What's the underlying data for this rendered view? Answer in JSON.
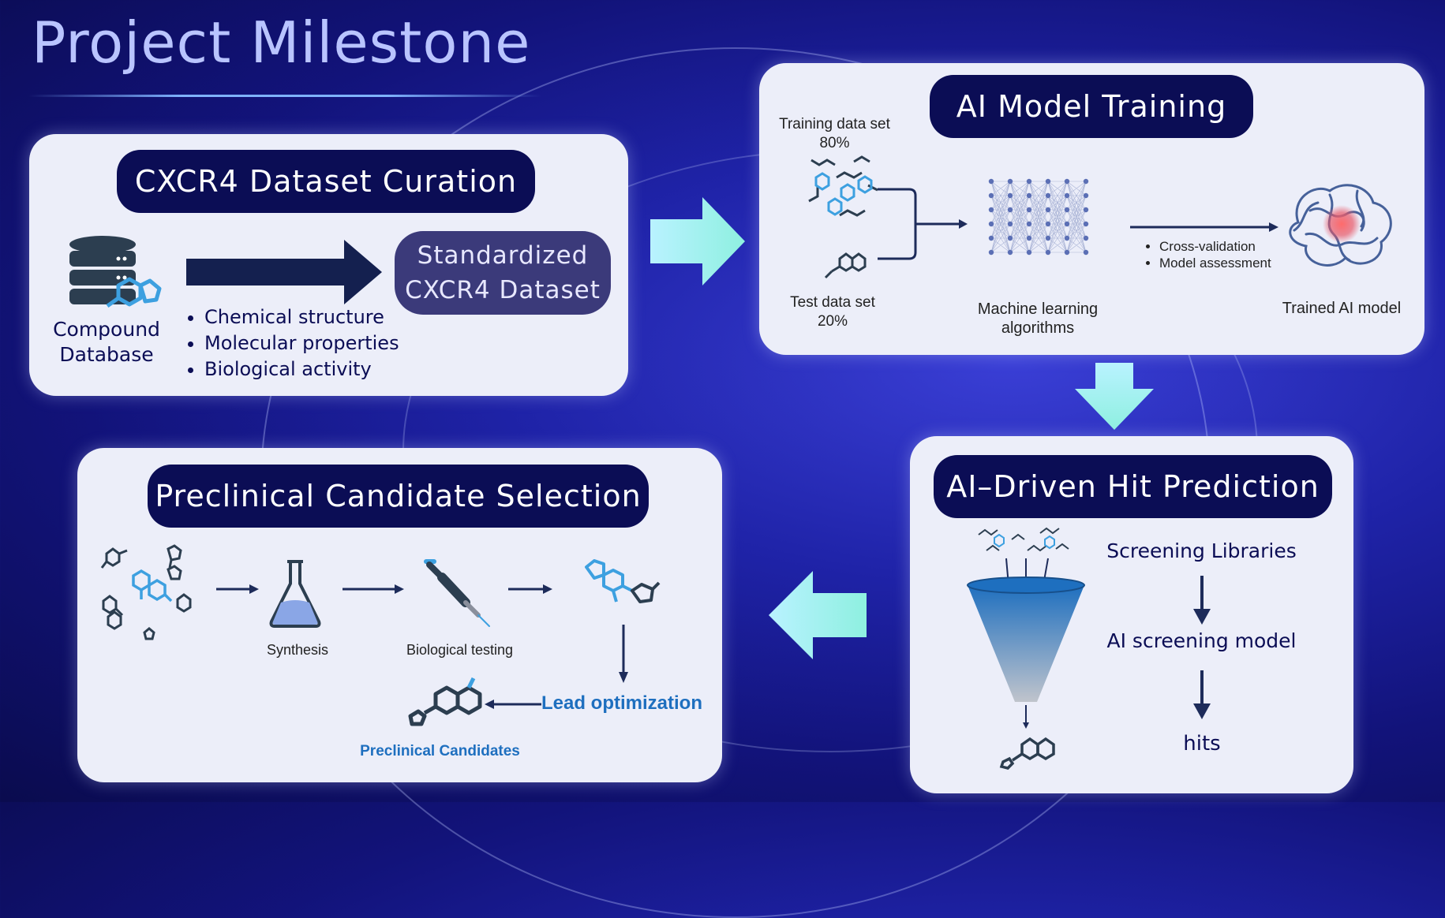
{
  "page": {
    "title": "Project Milestone"
  },
  "curation": {
    "heading": "CXCR4 Dataset Curation",
    "source_label_1": "Compound",
    "source_label_2": "Database",
    "output_line_1": "Standardized",
    "output_line_2": "CXCR4 Dataset",
    "bullets": [
      "Chemical structure",
      "Molecular properties",
      "Biological activity"
    ]
  },
  "training": {
    "heading": "AI Model Training",
    "train_label": "Training data set",
    "train_pct": "80%",
    "test_label": "Test data set",
    "test_pct": "20%",
    "ml_line_1": "Machine learning",
    "ml_line_2": "algorithms",
    "steps": [
      "Cross-validation",
      "Model assessment"
    ],
    "trained_label": "Trained AI model"
  },
  "prediction": {
    "heading": "AI–Driven Hit Prediction",
    "step_1": "Screening Libraries",
    "step_2": "AI screening model",
    "step_3": "hits"
  },
  "selection": {
    "heading": "Preclinical Candidate Selection",
    "synthesis": "Synthesis",
    "testing": "Biological testing",
    "lead": "Lead optimization",
    "candidates": "Preclinical Candidates"
  },
  "colors": {
    "panel": "#eceef9",
    "pill": "#0b0d55",
    "accent_blue": "#1e6fbf",
    "flow_arrow": "#a8f0f0"
  },
  "icons": [
    "database-icon",
    "molecule-icon",
    "neural-network-icon",
    "protein-icon",
    "funnel-icon",
    "flask-icon",
    "pipette-icon"
  ]
}
